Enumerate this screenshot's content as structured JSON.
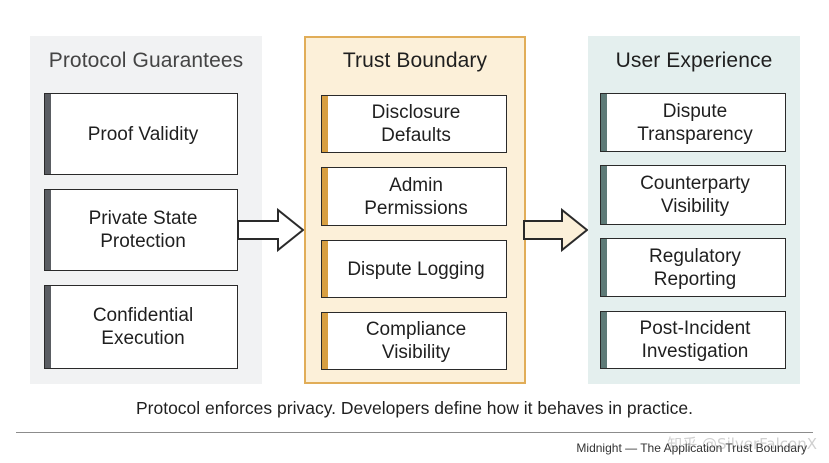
{
  "panels": {
    "left": {
      "title": "Protocol Guarantees",
      "items": [
        "Proof Validity",
        "Private State Protection",
        "Confidential Execution"
      ]
    },
    "middle": {
      "title": "Trust Boundary",
      "items": [
        "Disclosure Defaults",
        "Admin Permissions",
        "Dispute Logging",
        "Compliance Visibility"
      ]
    },
    "right": {
      "title": "User Experience",
      "items": [
        "Dispute Transparency",
        "Counterparty Visibility",
        "Regulatory Reporting",
        "Post-Incident Investigation"
      ]
    }
  },
  "caption": "Protocol enforces privacy. Developers define how it behaves in practice.",
  "footer": "Midnight — The Application Trust Boundary",
  "watermark": "知乎 @SilverFalconX",
  "colors": {
    "left_panel_bg": "#f1f2f3",
    "middle_panel_bg": "#fcf0d9",
    "middle_panel_border": "#e1ad58",
    "right_panel_bg": "#e4efee",
    "left_accent": "#5a5d62",
    "middle_accent": "#d79f42",
    "right_accent": "#5d7a77"
  }
}
